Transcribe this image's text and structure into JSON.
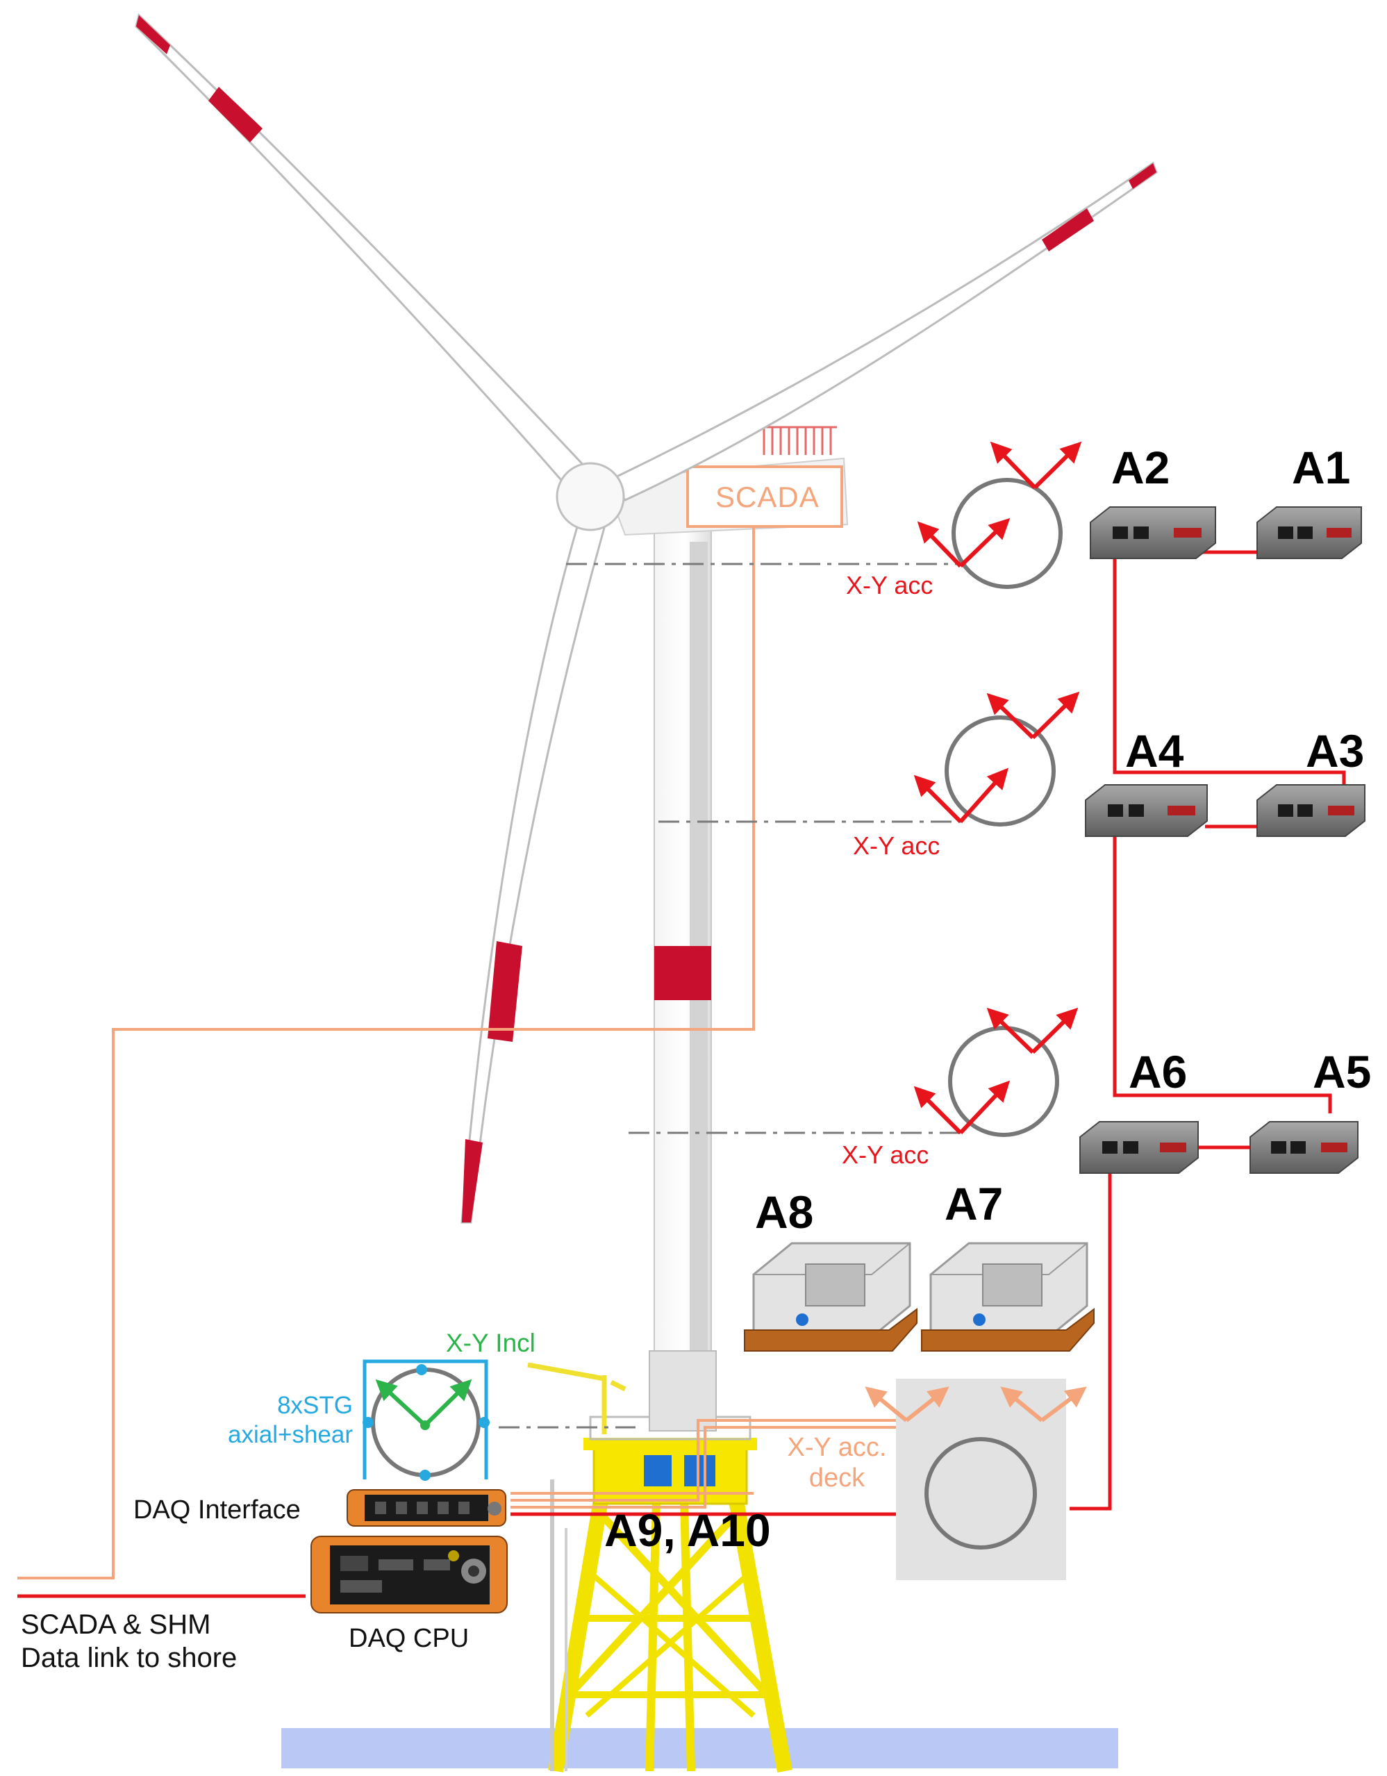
{
  "labels": {
    "scada": "SCADA",
    "acc_top": "X-Y acc",
    "acc_mid": "X-Y acc",
    "acc_low": "X-Y acc",
    "acc_deck_line1": "X-Y acc.",
    "acc_deck_line2": "deck",
    "incl": "X-Y Incl",
    "stg_line1": "8xSTG",
    "stg_line2": "axial+shear",
    "daq_interface": "DAQ Interface",
    "daq_cpu": "DAQ CPU",
    "shore_line1": "SCADA & SHM",
    "shore_line2": "Data link to shore"
  },
  "sensors": {
    "a1": "A1",
    "a2": "A2",
    "a3": "A3",
    "a4": "A4",
    "a5": "A5",
    "a6": "A6",
    "a7": "A7",
    "a8": "A8",
    "a9_a10": "A9, A10"
  },
  "colors": {
    "cable_red": "#e8141c",
    "cable_orange": "#f4a57b",
    "strain_blue": "#25a9e0",
    "incl_green": "#2cb34a",
    "jacket_yellow": "#f7e600",
    "tower_grey": "#d8d8d8",
    "blade_red": "#c8102e",
    "sea_blue": "#b9c8f5"
  }
}
